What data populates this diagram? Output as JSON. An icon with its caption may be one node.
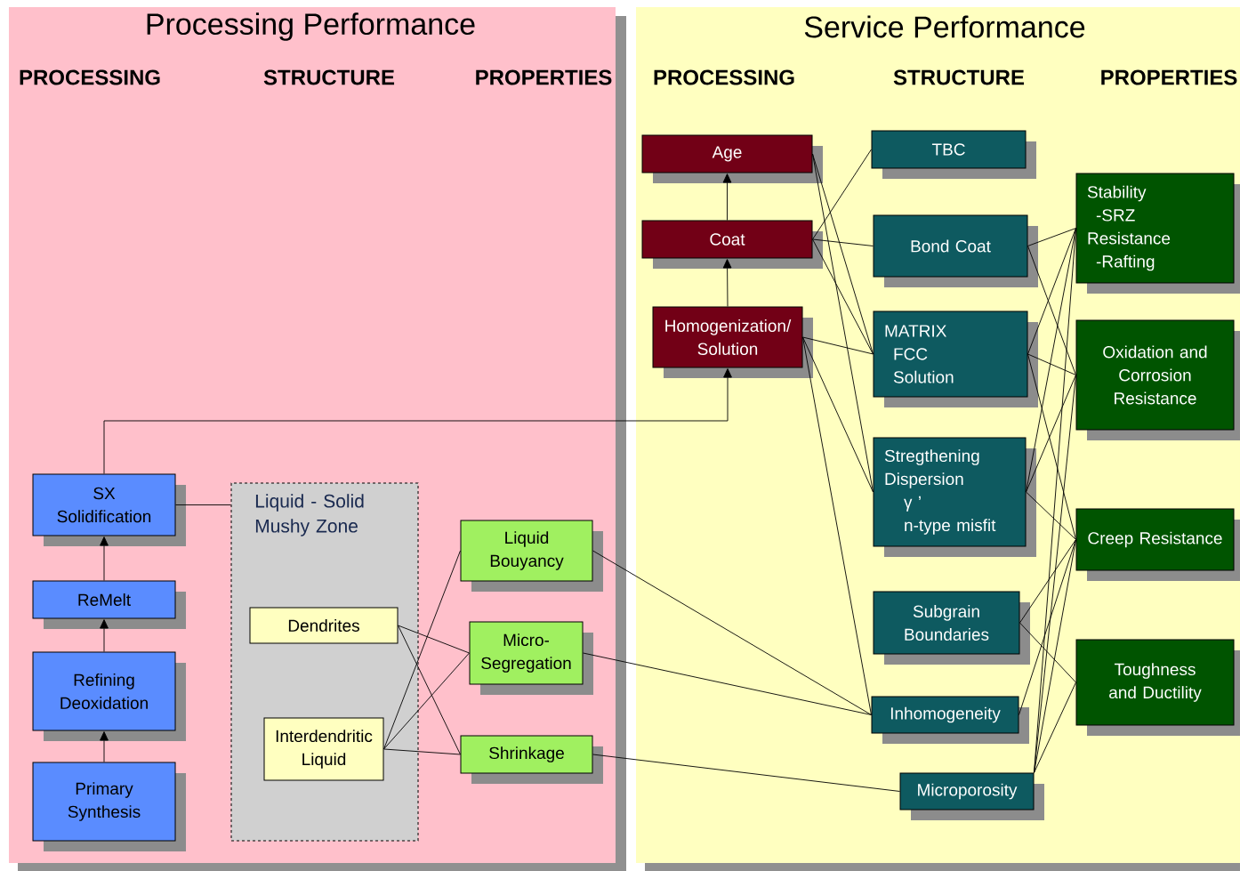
{
  "diagram": {
    "nodes": [
      {
        "text": [
          "Processing Performance",
          "PROCESSING",
          "STRUCTURE",
          "PROPERTIES"
        ]
      },
      {
        "text": [
          "Service Performance",
          "PROCESSING",
          "STRUCTURE",
          "PROPERTIES"
        ]
      },
      {
        "text": [
          "SX Solidification"
        ],
        "in": 0
      },
      {
        "text": [
          "ReMelt"
        ],
        "in": 0
      },
      {
        "text": [
          "Refining Deoxidation"
        ],
        "in": 0
      },
      {
        "text": [
          "Primary Synthesis"
        ],
        "in": 0
      },
      {
        "text": [
          "Liquid - Solid Mushy Zone"
        ],
        "in": 0
      },
      {
        "text": [
          "Dendrites"
        ],
        "in": 6
      },
      {
        "text": [
          "Interdendritic Liquid"
        ],
        "in": 6
      },
      {
        "text": [
          "Liquid Bouyancy"
        ],
        "in": 0
      },
      {
        "text": [
          "Micro- Segregation"
        ],
        "in": 0
      },
      {
        "text": [
          "Shrinkage"
        ],
        "in": 0
      },
      {
        "text": [
          "Age"
        ],
        "in": 1
      },
      {
        "text": [
          "Coat"
        ],
        "in": 1
      },
      {
        "text": [
          "Homogenization/ Solution"
        ],
        "in": 1
      },
      {
        "text": [
          "TBC"
        ],
        "in": 1
      },
      {
        "text": [
          "Bond Coat"
        ],
        "in": 1
      },
      {
        "text": [
          "MATRIX",
          "FCC",
          "Solution"
        ],
        "in": 1
      },
      {
        "text": [
          "Stregthening Dispersion",
          "γ ’",
          "n-type misfit"
        ],
        "in": 1
      },
      {
        "text": [
          "Subgrain Boundaries"
        ],
        "in": 1
      },
      {
        "text": [
          "Inhomogeneity"
        ],
        "in": 1
      },
      {
        "text": [
          "Microporosity"
        ],
        "in": 1
      },
      {
        "text": [
          "Stability",
          "-SRZ",
          "Resistance",
          "-Rafting"
        ],
        "in": 1
      },
      {
        "text": [
          "Oxidation and Corrosion Resistance"
        ],
        "in": 1
      },
      {
        "text": [
          "Creep Resistance"
        ],
        "in": 1
      },
      {
        "text": [
          "Toughness and Ductility"
        ],
        "in": 1
      }
    ],
    "edges": [
      {
        "from": 5,
        "to": 4,
        "arrow": "to"
      },
      {
        "from": 4,
        "to": 3,
        "arrow": "to"
      },
      {
        "from": 3,
        "to": 2,
        "arrow": "to"
      },
      {
        "from": 2,
        "to": 14,
        "arrow": "to"
      },
      {
        "from": 14,
        "to": 13,
        "arrow": "to"
      },
      {
        "from": 13,
        "to": 12,
        "arrow": "to"
      },
      {
        "from": 2,
        "to": 6,
        "arrow": "none"
      },
      {
        "from": 7,
        "to": 10,
        "arrow": "none"
      },
      {
        "from": 7,
        "to": 11,
        "arrow": "none"
      },
      {
        "from": 8,
        "to": 9,
        "arrow": "none"
      },
      {
        "from": 8,
        "to": 10,
        "arrow": "none"
      },
      {
        "from": 8,
        "to": 11,
        "arrow": "none"
      },
      {
        "from": 9,
        "to": 20,
        "arrow": "none"
      },
      {
        "from": 10,
        "to": 20,
        "arrow": "none"
      },
      {
        "from": 11,
        "to": 21,
        "arrow": "none"
      },
      {
        "from": 12,
        "to": 17,
        "arrow": "none"
      },
      {
        "from": 12,
        "to": 18,
        "arrow": "none"
      },
      {
        "from": 13,
        "to": 15,
        "arrow": "none"
      },
      {
        "from": 13,
        "to": 16,
        "arrow": "none"
      },
      {
        "from": 13,
        "to": 17,
        "arrow": "none"
      },
      {
        "from": 14,
        "to": 17,
        "arrow": "none"
      },
      {
        "from": 14,
        "to": 18,
        "arrow": "none"
      },
      {
        "from": 14,
        "to": 20,
        "arrow": "none"
      },
      {
        "from": 16,
        "to": 22,
        "arrow": "none"
      },
      {
        "from": 16,
        "to": 23,
        "arrow": "none"
      },
      {
        "from": 17,
        "to": 22,
        "arrow": "none"
      },
      {
        "from": 17,
        "to": 23,
        "arrow": "none"
      },
      {
        "from": 17,
        "to": 24,
        "arrow": "none"
      },
      {
        "from": 18,
        "to": 22,
        "arrow": "none"
      },
      {
        "from": 18,
        "to": 23,
        "arrow": "none"
      },
      {
        "from": 18,
        "to": 24,
        "arrow": "none"
      },
      {
        "from": 19,
        "to": 24,
        "arrow": "none"
      },
      {
        "from": 19,
        "to": 25,
        "arrow": "none"
      },
      {
        "from": 20,
        "to": 24,
        "arrow": "none"
      },
      {
        "from": 21,
        "to": 22,
        "arrow": "none"
      },
      {
        "from": 21,
        "to": 23,
        "arrow": "none"
      },
      {
        "from": 21,
        "to": 24,
        "arrow": "none"
      },
      {
        "from": 21,
        "to": 25,
        "arrow": "none"
      }
    ]
  }
}
